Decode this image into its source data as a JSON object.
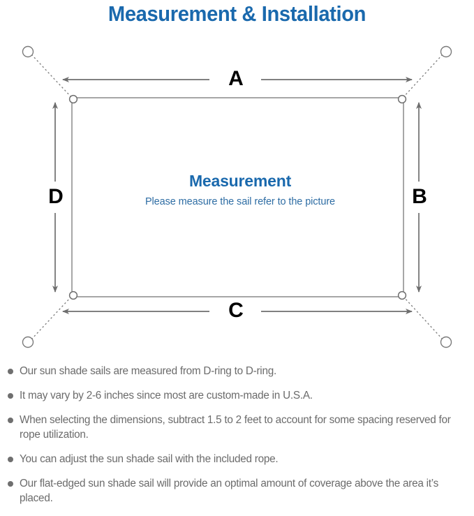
{
  "header": {
    "title": "Measurement & Installation",
    "title_color": "#1a69ad"
  },
  "diagram": {
    "name": "sun-shade-sail-measurement-diagram",
    "center": {
      "title": "Measurement",
      "subtitle": "Please measure the sail refer to the picture",
      "title_color": "#1a69ad",
      "subtitle_color": "#2e6da4"
    },
    "dimension_labels": {
      "top": "A",
      "right": "B",
      "bottom": "C",
      "left": "D"
    },
    "label_color": "#000000",
    "line_color": "#6e6e6e",
    "sail_edge_color": "#808080",
    "anchor_points": [
      "top-left-anchor",
      "top-right-anchor",
      "bottom-left-anchor",
      "bottom-right-anchor"
    ],
    "d_rings": [
      "top-left-d-ring",
      "top-right-d-ring",
      "bottom-left-d-ring",
      "bottom-right-d-ring"
    ]
  },
  "notes": {
    "bullet_color": "#6f6f6f",
    "items": [
      "Our sun shade sails are measured from D-ring to D-ring.",
      "It may vary by 2-6 inches since most are custom-made in U.S.A.",
      "When selecting the dimensions, subtract 1.5 to 2 feet to account for some spacing reserved for rope utilization.",
      "You can adjust the sun shade sail with the included rope.",
      "Our flat-edged sun shade sail will provide an optimal amount of coverage above the area it’s placed."
    ]
  }
}
